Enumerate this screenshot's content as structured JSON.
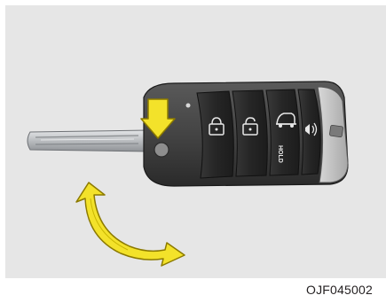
{
  "figure": {
    "code": "OJF045002",
    "buttons": [
      {
        "name": "lock",
        "icon": "lock-closed-icon"
      },
      {
        "name": "unlock",
        "icon": "lock-open-icon"
      },
      {
        "name": "trunk",
        "icon": "trunk-icon",
        "label": "HOLD"
      },
      {
        "name": "panic",
        "icon": "panic-horn-icon"
      }
    ],
    "colors": {
      "panel_background": "#e6e6e6",
      "fob_body": "#4a4a4a",
      "fob_buttons": "#2e2e2e",
      "key_blade": "#c9cccf",
      "arrow_fill": "#f3e22a",
      "arrow_stroke": "#8c7a00"
    }
  }
}
